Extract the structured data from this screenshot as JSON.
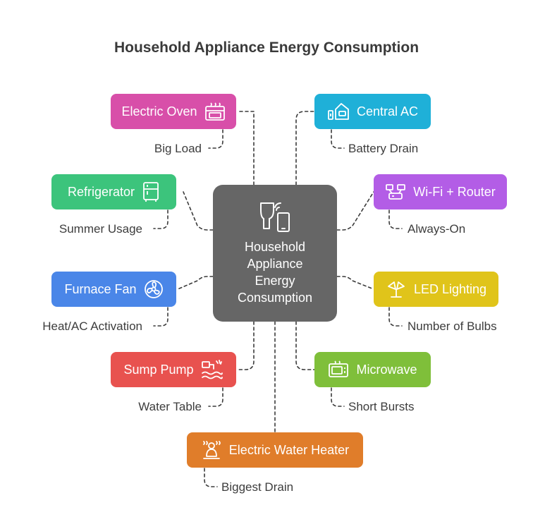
{
  "title": "Household Appliance Energy Consumption",
  "center": {
    "label": "Household\nAppliance\nEnergy\nConsumption",
    "icon": "devices-icon"
  },
  "items": [
    {
      "label": "Electric Oven",
      "sub": "Big Load",
      "color": "#d84fa9",
      "icon": "oven-icon"
    },
    {
      "label": "Refrigerator",
      "sub": "Summer Usage",
      "color": "#3cc47c",
      "icon": "refrigerator-icon"
    },
    {
      "label": "Furnace Fan",
      "sub": "Heat/AC Activation",
      "color": "#4a86e8",
      "icon": "fan-icon"
    },
    {
      "label": "Sump Pump",
      "sub": "Water Table",
      "color": "#e8524f",
      "icon": "pump-icon"
    },
    {
      "label": "Central AC",
      "sub": "Battery Drain",
      "color": "#1fb0d8",
      "icon": "air-conditioner-icon"
    },
    {
      "label": "Wi-Fi + Router",
      "sub": "Always-On",
      "color": "#b35de6",
      "icon": "router-icon"
    },
    {
      "label": "LED Lighting",
      "sub": "Number of Bulbs",
      "color": "#e0c41a",
      "icon": "lamp-icon"
    },
    {
      "label": "Microwave",
      "sub": "Short Bursts",
      "color": "#7fbf3a",
      "icon": "microwave-icon"
    },
    {
      "label": "Electric Water Heater",
      "sub": "Biggest Drain",
      "color": "#e07d2a",
      "icon": "water-heater-icon"
    }
  ]
}
